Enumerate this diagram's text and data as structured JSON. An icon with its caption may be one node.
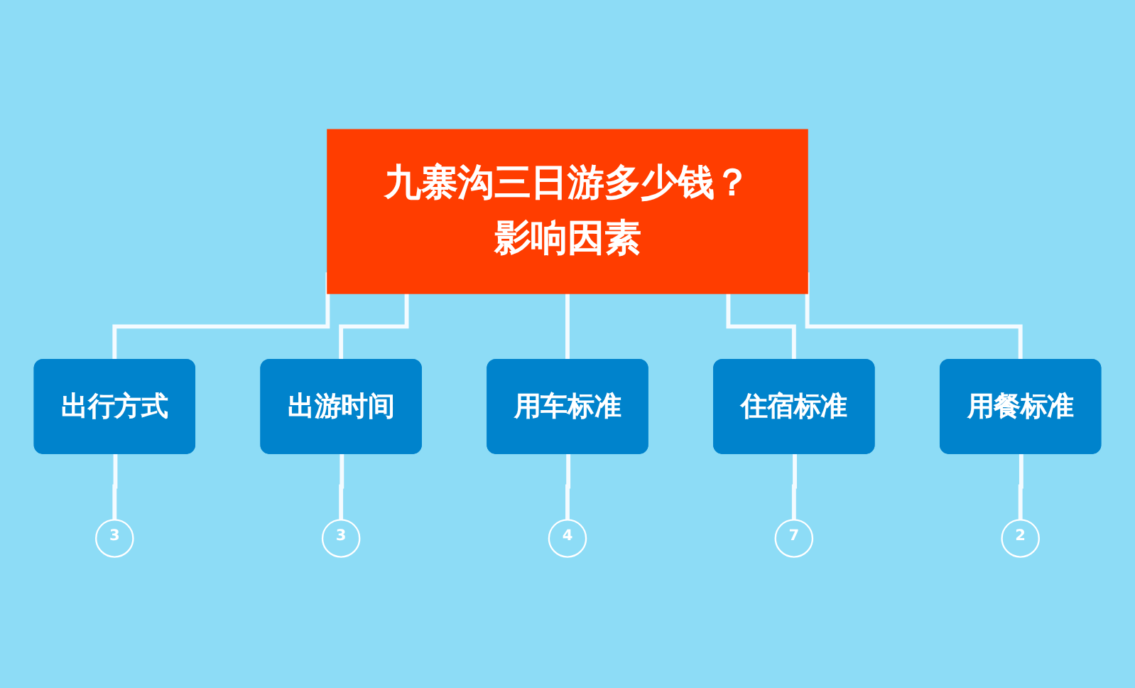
{
  "diagram": {
    "nodes": [
      {
        "text": [
          "九寨沟三日游多少钱？影响因素"
        ]
      },
      {
        "text": [
          "出行方式"
        ]
      },
      {
        "text": [
          "出游时间"
        ]
      },
      {
        "text": [
          "用车标准"
        ]
      },
      {
        "text": [
          "住宿标准"
        ]
      },
      {
        "text": [
          "用餐标准"
        ]
      },
      {
        "text": [
          "3"
        ]
      },
      {
        "text": [
          "3"
        ]
      },
      {
        "text": [
          "4"
        ]
      },
      {
        "text": [
          "7"
        ]
      },
      {
        "text": [
          "2"
        ]
      }
    ],
    "edges": [
      {
        "from": 0,
        "to": 1,
        "arrow": "none"
      },
      {
        "from": 0,
        "to": 2,
        "arrow": "none"
      },
      {
        "from": 0,
        "to": 3,
        "arrow": "none"
      },
      {
        "from": 0,
        "to": 4,
        "arrow": "none"
      },
      {
        "from": 0,
        "to": 5,
        "arrow": "none"
      },
      {
        "from": 1,
        "to": 6,
        "arrow": "none"
      },
      {
        "from": 2,
        "to": 7,
        "arrow": "none"
      },
      {
        "from": 3,
        "to": 8,
        "arrow": "none"
      },
      {
        "from": 4,
        "to": 9,
        "arrow": "none"
      },
      {
        "from": 5,
        "to": 10,
        "arrow": "none"
      }
    ]
  }
}
